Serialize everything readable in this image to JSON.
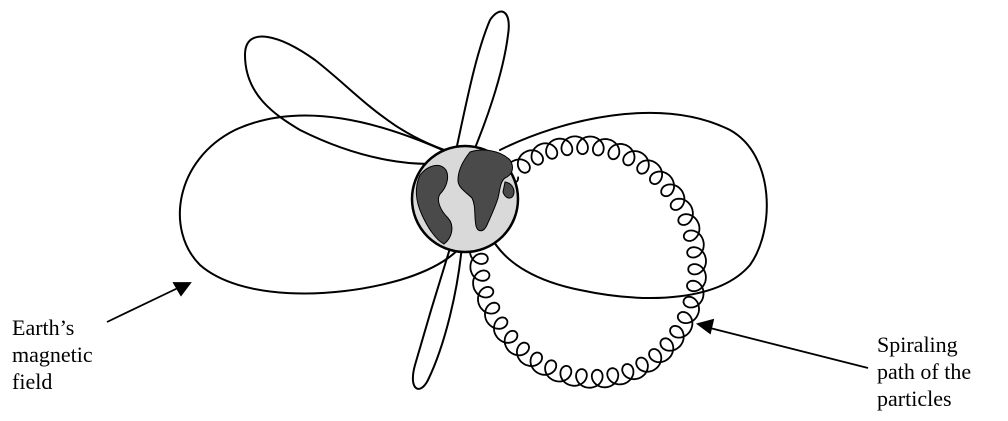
{
  "labels": {
    "earth_field": [
      "Earth’s",
      "magnetic",
      "field"
    ],
    "spiral_path": [
      "Spiraling",
      "path of the",
      "particles"
    ]
  },
  "colors": {
    "stroke": "#000000",
    "ocean": "#d9d9d9",
    "land": "#4a4a4a"
  }
}
